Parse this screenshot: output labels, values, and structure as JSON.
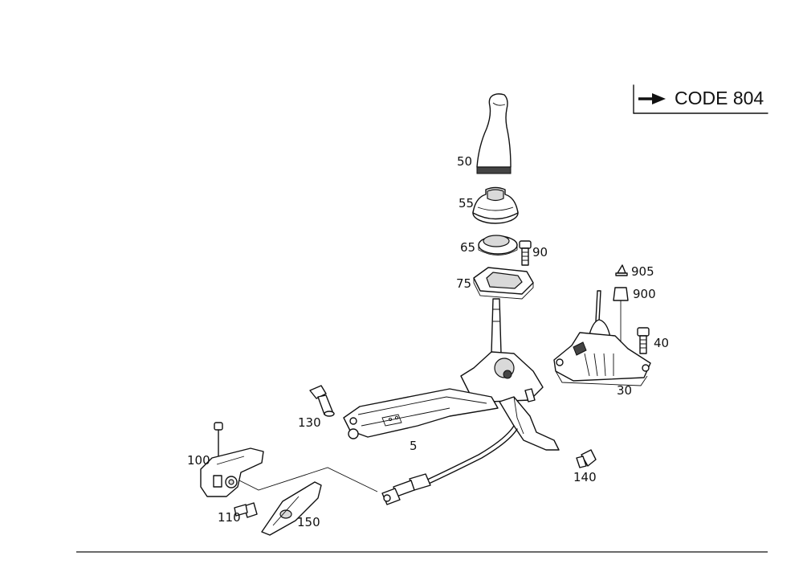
{
  "code_box": {
    "text": "CODE 804",
    "arrow_icon": "right-arrow-icon"
  },
  "callouts": {
    "p5": "5",
    "p30": "30",
    "p40": "40",
    "p50": "50",
    "p55": "55",
    "p65": "65",
    "p75": "75",
    "p90": "90",
    "p100": "100",
    "p110": "110",
    "p130": "130",
    "p140": "140",
    "p150": "150",
    "p900": "900",
    "p905": "905"
  }
}
